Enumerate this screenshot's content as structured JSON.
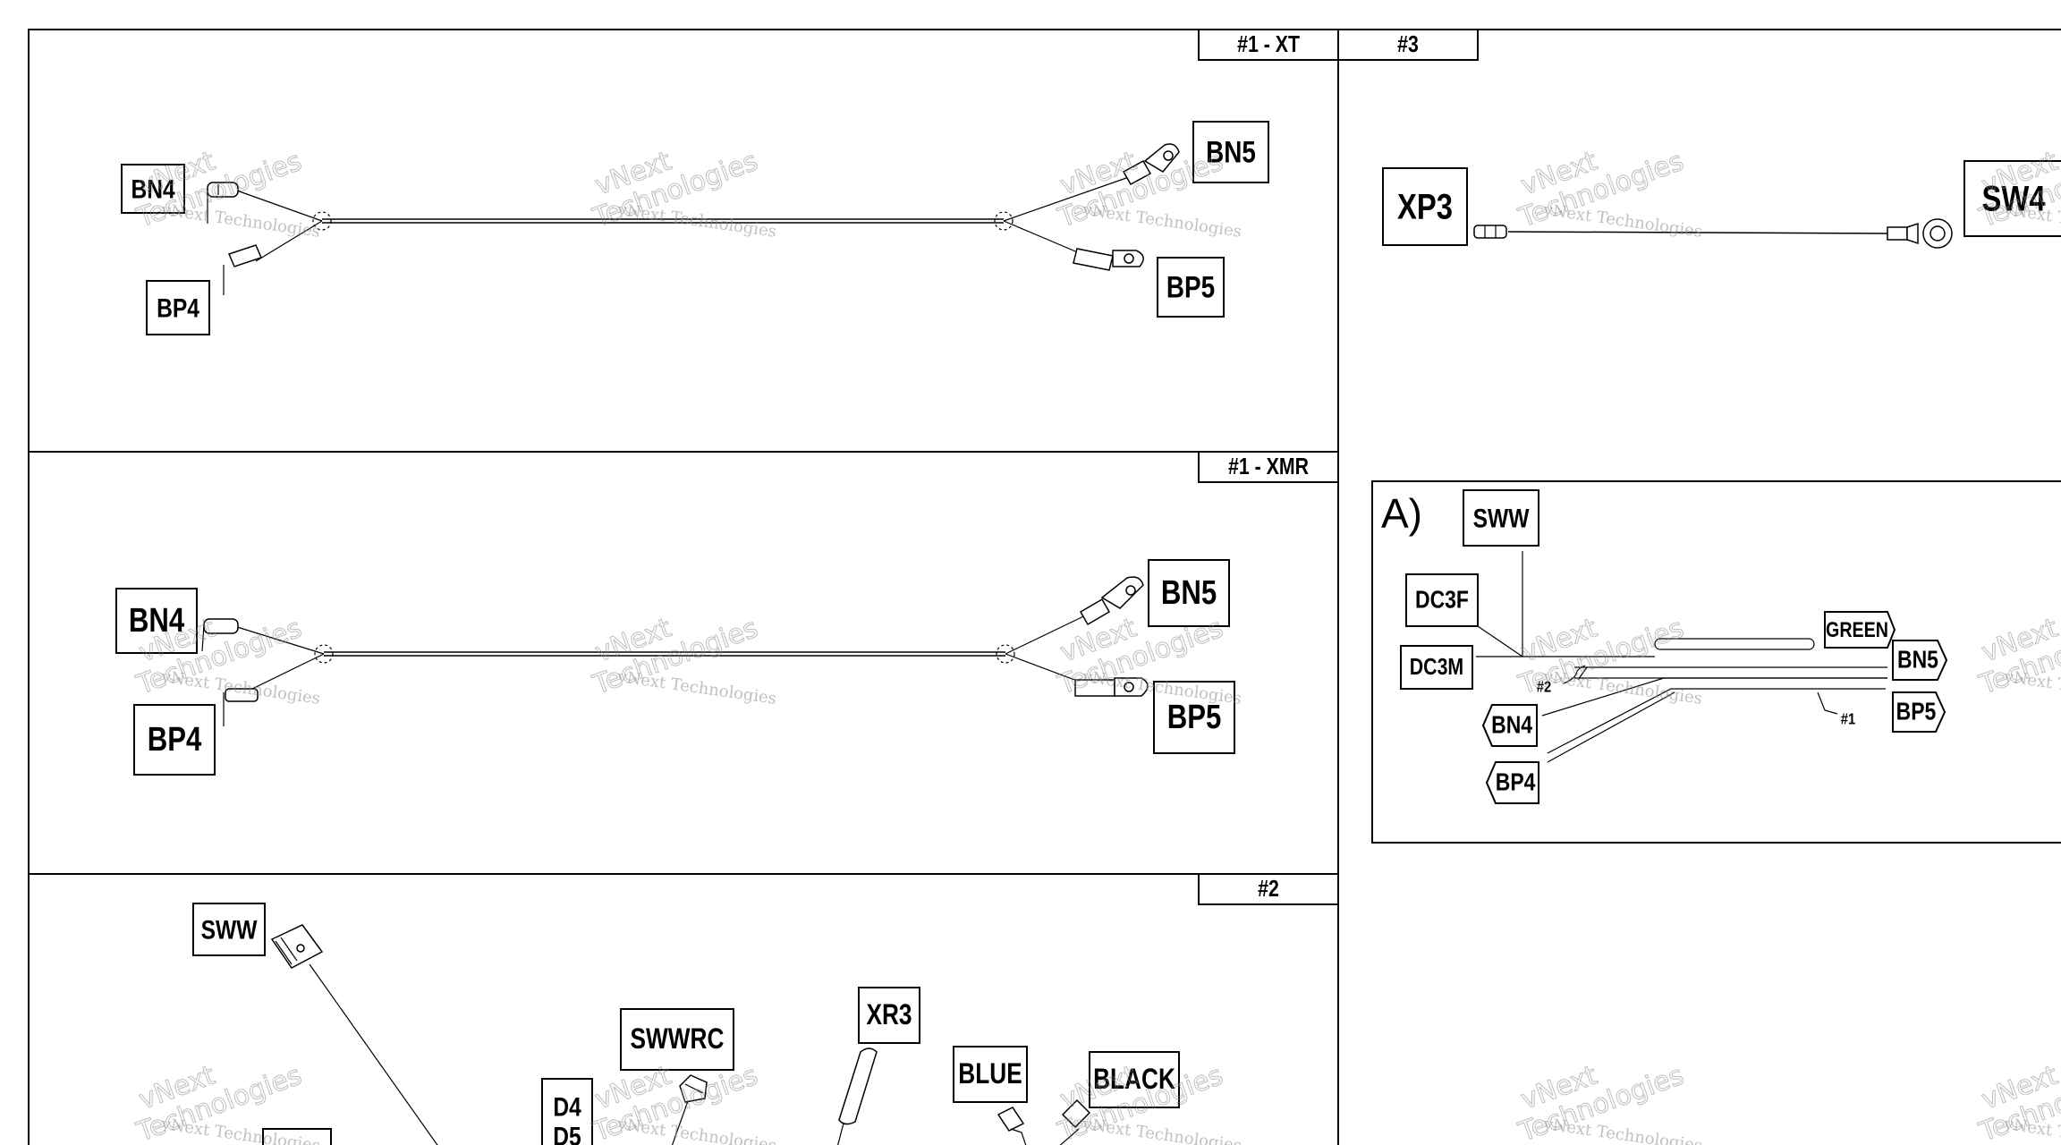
{
  "panels": {
    "xt": {
      "tag": "#1 - XT"
    },
    "p3": {
      "tag": "#3"
    },
    "xmr": {
      "tag": "#1 - XMR"
    },
    "p2": {
      "tag": "#2"
    }
  },
  "labels": {
    "xt_bn4": "BN4",
    "xt_bp4": "BP4",
    "xt_bn5": "BN5",
    "xt_bp5": "BP5",
    "p3_xp3": "XP3",
    "p3_sw4": "SW4",
    "xmr_bn4": "BN4",
    "xmr_bp4": "BP4",
    "xmr_bn5": "BN5",
    "xmr_bp5": "BP5",
    "p2_sww": "SWW",
    "p2_swwrc": "SWWRC",
    "p2_xr3": "XR3",
    "p2_blue": "BLUE",
    "p2_black": "BLACK",
    "p2_d4": "D4",
    "p2_d5": "D5"
  },
  "detail_a": {
    "title": "A)",
    "sww": "SWW",
    "dc3f": "DC3F",
    "dc3m": "DC3M",
    "green": "GREEN",
    "bn5": "BN5",
    "bp5": "BP5",
    "bn4": "BN4",
    "bp4": "BP4",
    "ref2": "#2",
    "ref1": "#1"
  },
  "watermark": {
    "line1": "vNext Technologies",
    "line2a": "vNext",
    "line2b": "Technologies"
  }
}
